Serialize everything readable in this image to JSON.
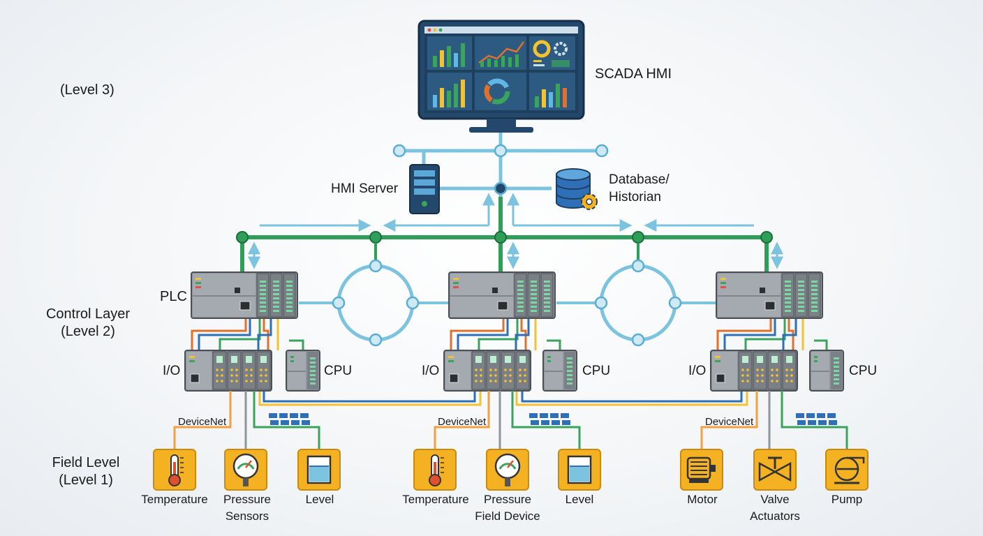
{
  "levels": {
    "level3": "(Level 3)",
    "level2_title": "Control Layer",
    "level2_sub": "(Level 2)",
    "level1_title": "Field Level",
    "level1_sub": "(Level 1)"
  },
  "top": {
    "scada": "SCADA HMI",
    "hmi_server": "HMI Server",
    "database_line1": "Database/",
    "database_line2": "Historian"
  },
  "control": {
    "plc": "PLC",
    "io": "I/O",
    "cpu": "CPU",
    "devicenet": "DeviceNet"
  },
  "field": {
    "group1": [
      "Temperature",
      "Pressure",
      "Sensors",
      "Level"
    ],
    "group2": [
      "Temperature",
      "Pressure",
      "Field Device",
      "Level"
    ],
    "group3": [
      "Motor",
      "Valve",
      "Actuators",
      "Pump"
    ]
  },
  "colors": {
    "network_green": "#2e9e58",
    "network_blue": "#7cc3e0",
    "device_orange": "#f4b223",
    "module_gray": "#8e959b",
    "wire_orange": "#e0702e",
    "wire_blue": "#2f6fb8",
    "wire_yellow": "#f2c230",
    "wire_green": "#3aa35c"
  }
}
